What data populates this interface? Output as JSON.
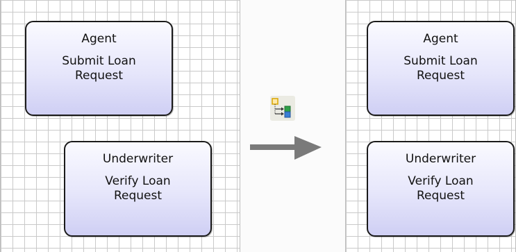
{
  "diagram_before": {
    "nodes": [
      {
        "role": "Agent",
        "task": "Submit Loan\nRequest"
      },
      {
        "role": "Underwriter",
        "task": "Verify Loan\nRequest"
      }
    ]
  },
  "diagram_after": {
    "nodes": [
      {
        "role": "Agent",
        "task": "Submit Loan\nRequest"
      },
      {
        "role": "Underwriter",
        "task": "Verify Loan\nRequest"
      }
    ]
  },
  "toolbar": {
    "icon": "align-layout-icon"
  },
  "colors": {
    "node_fill_top": "#fafaff",
    "node_fill_bottom": "#cfcff4",
    "node_border": "#1a1a1a",
    "grid_line": "#c9c9c9",
    "arrow": "#7a7a7a"
  }
}
